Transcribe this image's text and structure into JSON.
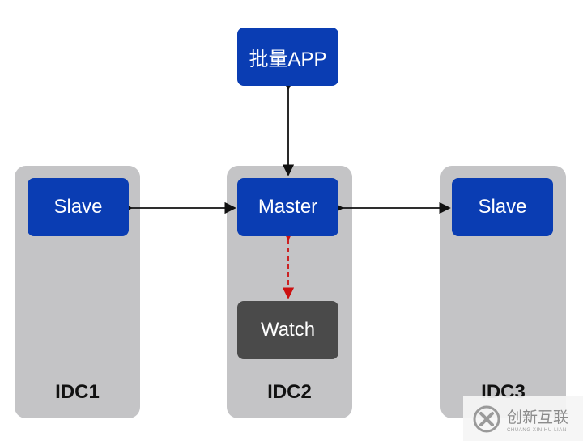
{
  "top_node": {
    "label": "批量APP"
  },
  "panels": [
    {
      "id": "idc1",
      "label": "IDC1"
    },
    {
      "id": "idc2",
      "label": "IDC2"
    },
    {
      "id": "idc3",
      "label": "IDC3"
    }
  ],
  "nodes": {
    "slave_left": "Slave",
    "master": "Master",
    "watch": "Watch",
    "slave_right": "Slave"
  },
  "colors": {
    "node_blue": "#0a3db3",
    "node_dark": "#4a4a4a",
    "panel_gray": "#c4c4c6",
    "arrow_black": "#111111",
    "arrow_red_dashed": "#cc1111"
  },
  "watermark": {
    "icon": "chuangxin-logo-icon",
    "text": "创新互联",
    "subtext": "CHUANG XIN HU LIAN"
  }
}
